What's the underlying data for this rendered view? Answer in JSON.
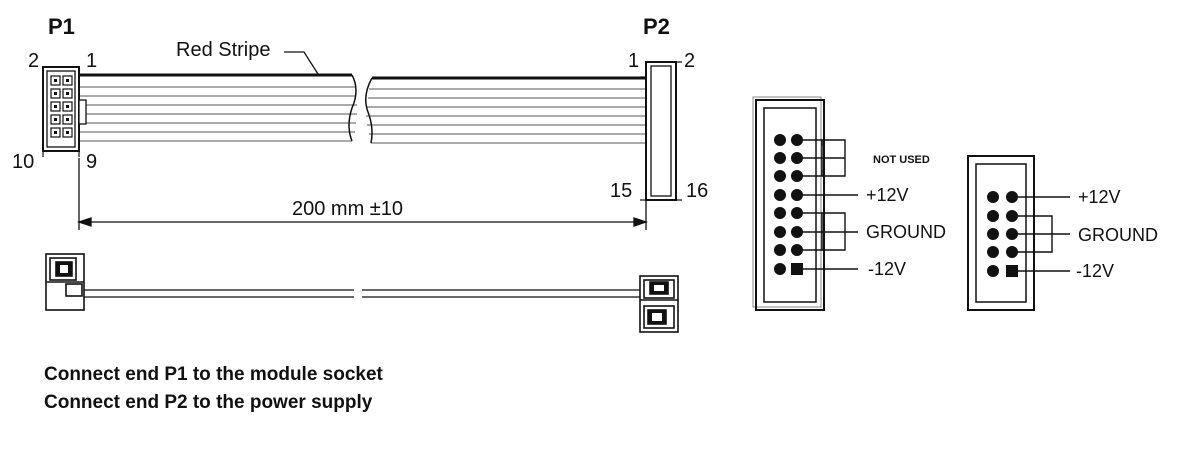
{
  "colors": {
    "ink": "#111111",
    "wire": "#777777",
    "connector_fill": "#ffffff"
  },
  "labels": {
    "p1": "P1",
    "p2": "P2",
    "p1_pin_2": "2",
    "p1_pin_1": "1",
    "p1_pin_10": "10",
    "p1_pin_9": "9",
    "p2_pin_1": "1",
    "p2_pin_2": "2",
    "p2_pin_15": "15",
    "p2_pin_16": "16",
    "red_stripe": "Red Stripe",
    "length": "200 mm ±10"
  },
  "pinout_16": {
    "not_used": "NOT USED",
    "plus12": "+12V",
    "ground": "GROUND",
    "minus12": "-12V"
  },
  "pinout_10": {
    "plus12": "+12V",
    "ground": "GROUND",
    "minus12": "-12V"
  },
  "notes": {
    "line1": "Connect end P1 to the module socket",
    "line2": "Connect end P2 to the power supply"
  }
}
